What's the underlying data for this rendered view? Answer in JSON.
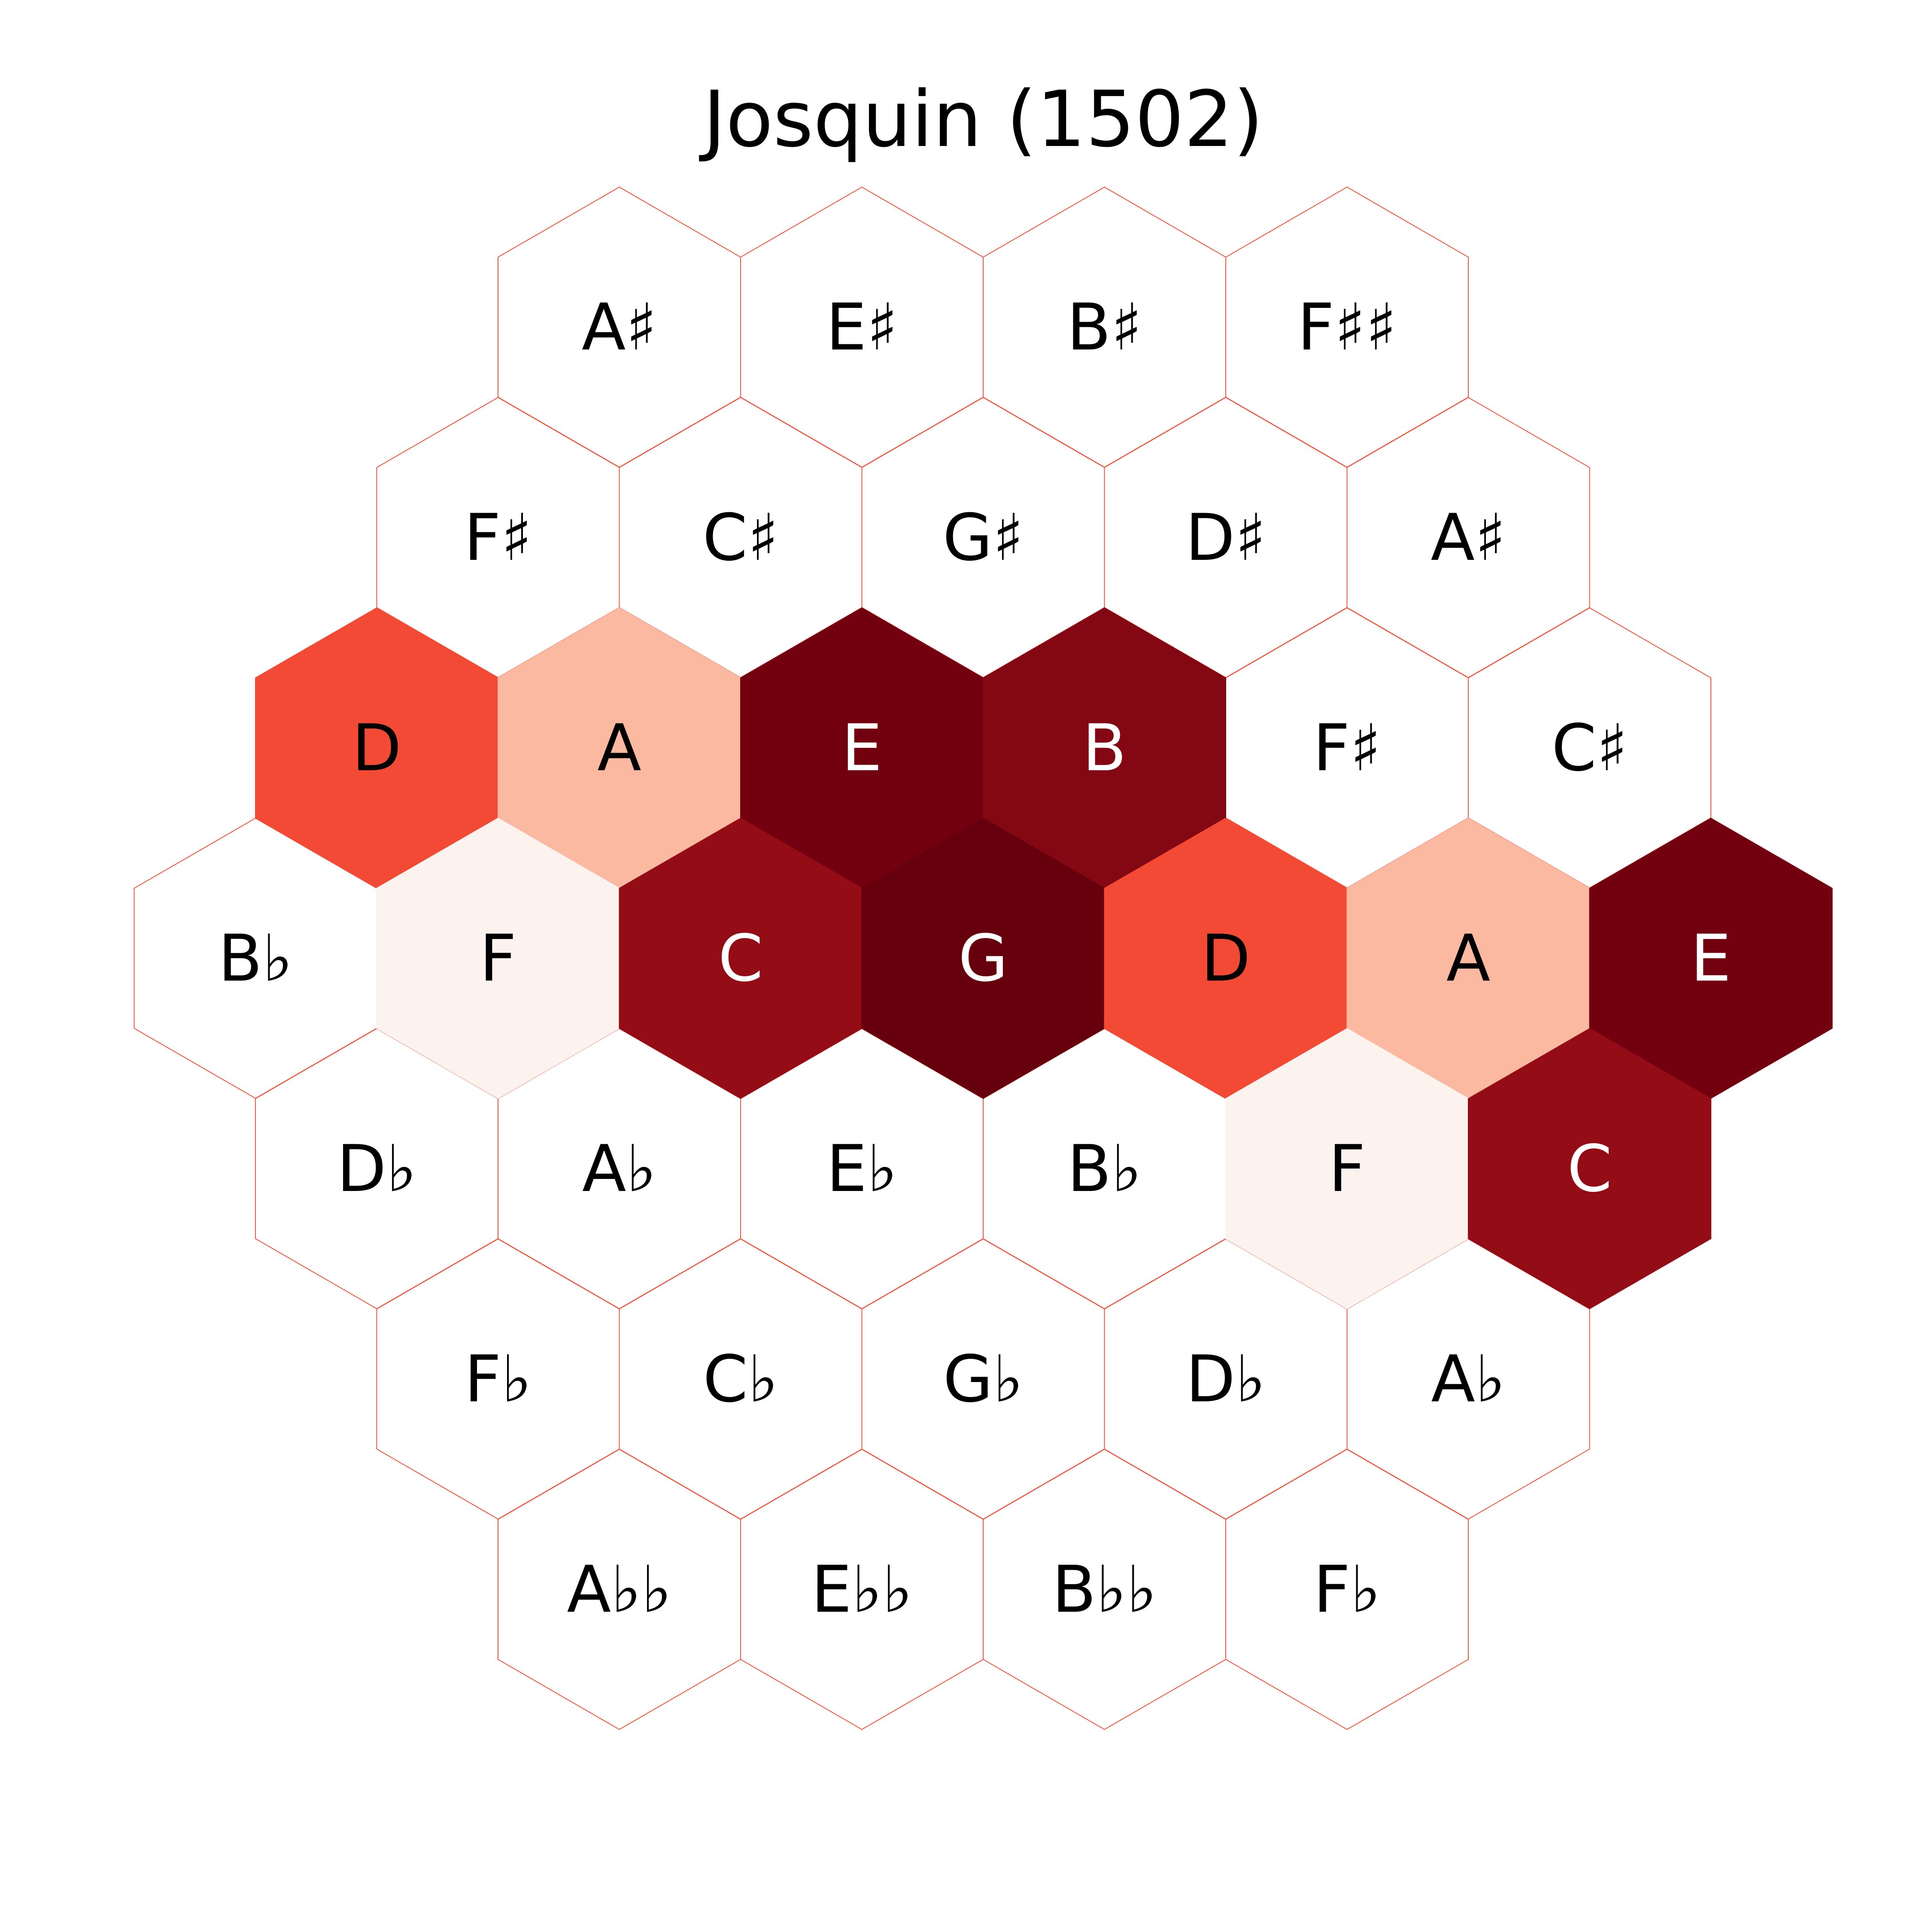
{
  "title": "Josquin (1502)",
  "colors": {
    "background": "#ffffff",
    "outline": "#f0553f",
    "dark_text": "#000000",
    "light_text": "#ffffff"
  },
  "grid": {
    "rows": [
      {
        "labels": [
          "A♯",
          "E♯",
          "B♯",
          "F♯♯"
        ]
      },
      {
        "labels": [
          "F♯",
          "C♯",
          "G♯",
          "D♯",
          "A♯"
        ]
      },
      {
        "labels": [
          "D",
          "A",
          "E",
          "B",
          "F♯",
          "C♯"
        ]
      },
      {
        "labels": [
          "B♭",
          "F",
          "C",
          "G",
          "D",
          "A",
          "E"
        ]
      },
      {
        "labels": [
          "D♭",
          "A♭",
          "E♭",
          "B♭",
          "F",
          "C"
        ]
      },
      {
        "labels": [
          "F♭",
          "C♭",
          "G♭",
          "D♭",
          "A♭"
        ]
      },
      {
        "labels": [
          "A♭♭",
          "E♭♭",
          "B♭♭",
          "F♭"
        ]
      }
    ],
    "fills": [
      [
        "#ffffff",
        "#ffffff",
        "#ffffff",
        "#ffffff"
      ],
      [
        "#ffffff",
        "#ffffff",
        "#ffffff",
        "#ffffff",
        "#ffffff"
      ],
      [
        "#f24a35",
        "#fab9a0",
        "#73000f",
        "#840714",
        "#ffffff",
        "#ffffff"
      ],
      [
        "#ffffff",
        "#fdf3ee",
        "#930c16",
        "#67000d",
        "#f24a35",
        "#fab9a0",
        "#73000f"
      ],
      [
        "#ffffff",
        "#ffffff",
        "#ffffff",
        "#ffffff",
        "#fdf3ee",
        "#930c16"
      ],
      [
        "#ffffff",
        "#ffffff",
        "#ffffff",
        "#ffffff",
        "#ffffff"
      ],
      [
        "#ffffff",
        "#ffffff",
        "#ffffff",
        "#ffffff"
      ]
    ],
    "text_colors": [
      [
        "#000000",
        "#000000",
        "#000000",
        "#000000"
      ],
      [
        "#000000",
        "#000000",
        "#000000",
        "#000000",
        "#000000"
      ],
      [
        "#000000",
        "#000000",
        "#ffffff",
        "#ffffff",
        "#000000",
        "#000000"
      ],
      [
        "#000000",
        "#000000",
        "#ffffff",
        "#ffffff",
        "#000000",
        "#000000",
        "#ffffff"
      ],
      [
        "#000000",
        "#000000",
        "#000000",
        "#000000",
        "#000000",
        "#ffffff"
      ],
      [
        "#000000",
        "#000000",
        "#000000",
        "#000000",
        "#000000"
      ],
      [
        "#000000",
        "#000000",
        "#000000",
        "#000000"
      ]
    ]
  }
}
